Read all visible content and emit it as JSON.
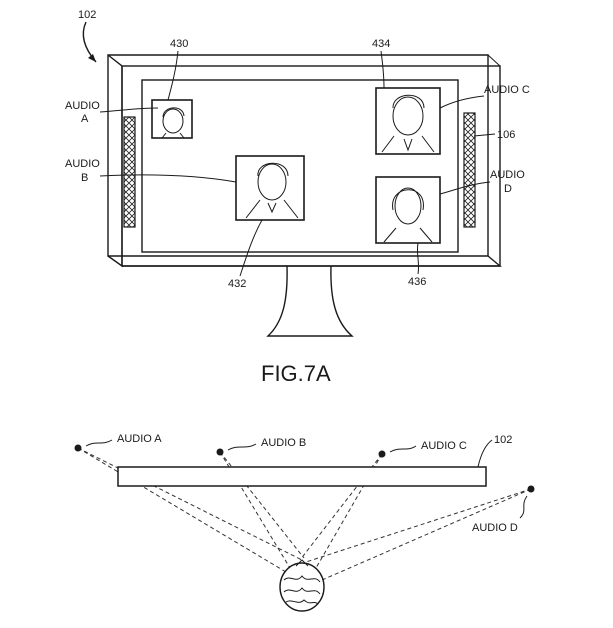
{
  "figure_7a": {
    "device_ref": "102",
    "speaker_ref": "106",
    "tile_refs": {
      "a": "430",
      "b": "432",
      "c": "434",
      "d": "436"
    },
    "audio_labels": {
      "a_line1": "AUDIO",
      "a_line2": "A",
      "b_line1": "AUDIO",
      "b_line2": "B",
      "c": "AUDIO C",
      "d_line1": "AUDIO",
      "d_line2": "D"
    },
    "caption": "FIG.7A"
  },
  "figure_7b": {
    "device_ref": "102",
    "sources": [
      "AUDIO A",
      "AUDIO B",
      "AUDIO C",
      "AUDIO D"
    ]
  }
}
